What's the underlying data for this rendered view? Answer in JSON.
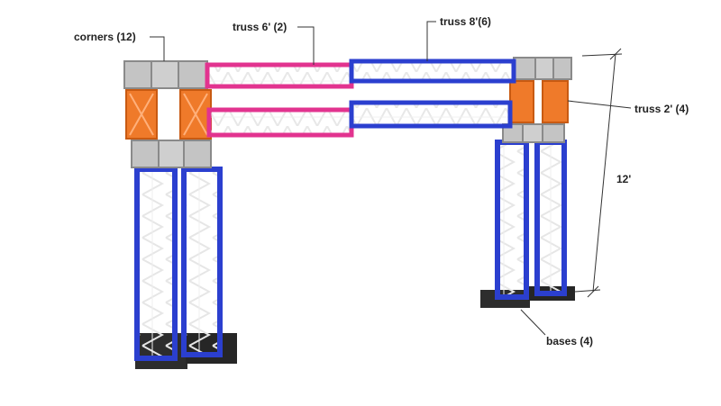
{
  "labels": {
    "corners": "corners (12)",
    "truss6": "truss 6' (2)",
    "truss8": "truss 8'(6)",
    "truss2": "truss 2' (4)",
    "height": "12'",
    "bases": "bases (4)"
  },
  "colors": {
    "pink": "#e2338f",
    "blue": "#2b3fcf",
    "orange": "#ef7a2a",
    "gray": "#c4c4c4",
    "lattice": "#d8d8d8",
    "base": "#2d2d2d",
    "line": "#333333"
  }
}
